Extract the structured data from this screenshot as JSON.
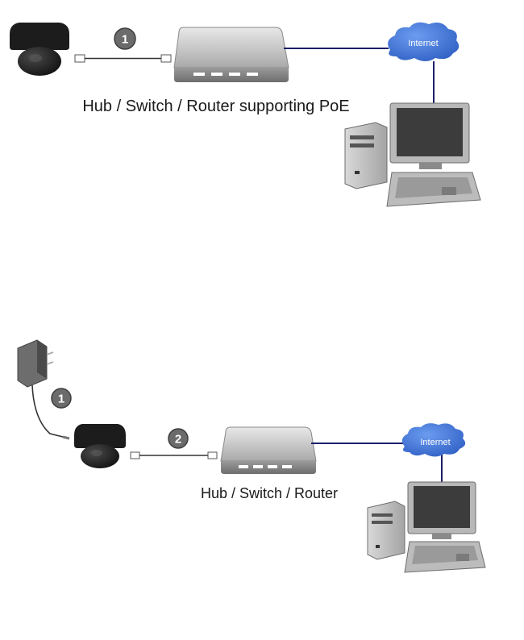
{
  "diagrams": [
    {
      "step_badges": [
        "1"
      ],
      "hub_label": "Hub / Switch / Router supporting PoE",
      "cloud_label": "Internet"
    },
    {
      "step_badges": [
        "1",
        "2"
      ],
      "hub_label": "Hub / Switch / Router",
      "cloud_label": "Internet"
    }
  ],
  "colors": {
    "link_line": "#1b1f6b",
    "cloud": "#3a6fd0",
    "badge": "#6b6b6b",
    "device_grey": "#9a9a9a"
  },
  "icons": [
    "dome-camera-icon",
    "rj45-plug-icon",
    "network-hub-icon",
    "internet-cloud-icon",
    "desktop-computer-icon",
    "power-adapter-icon"
  ]
}
